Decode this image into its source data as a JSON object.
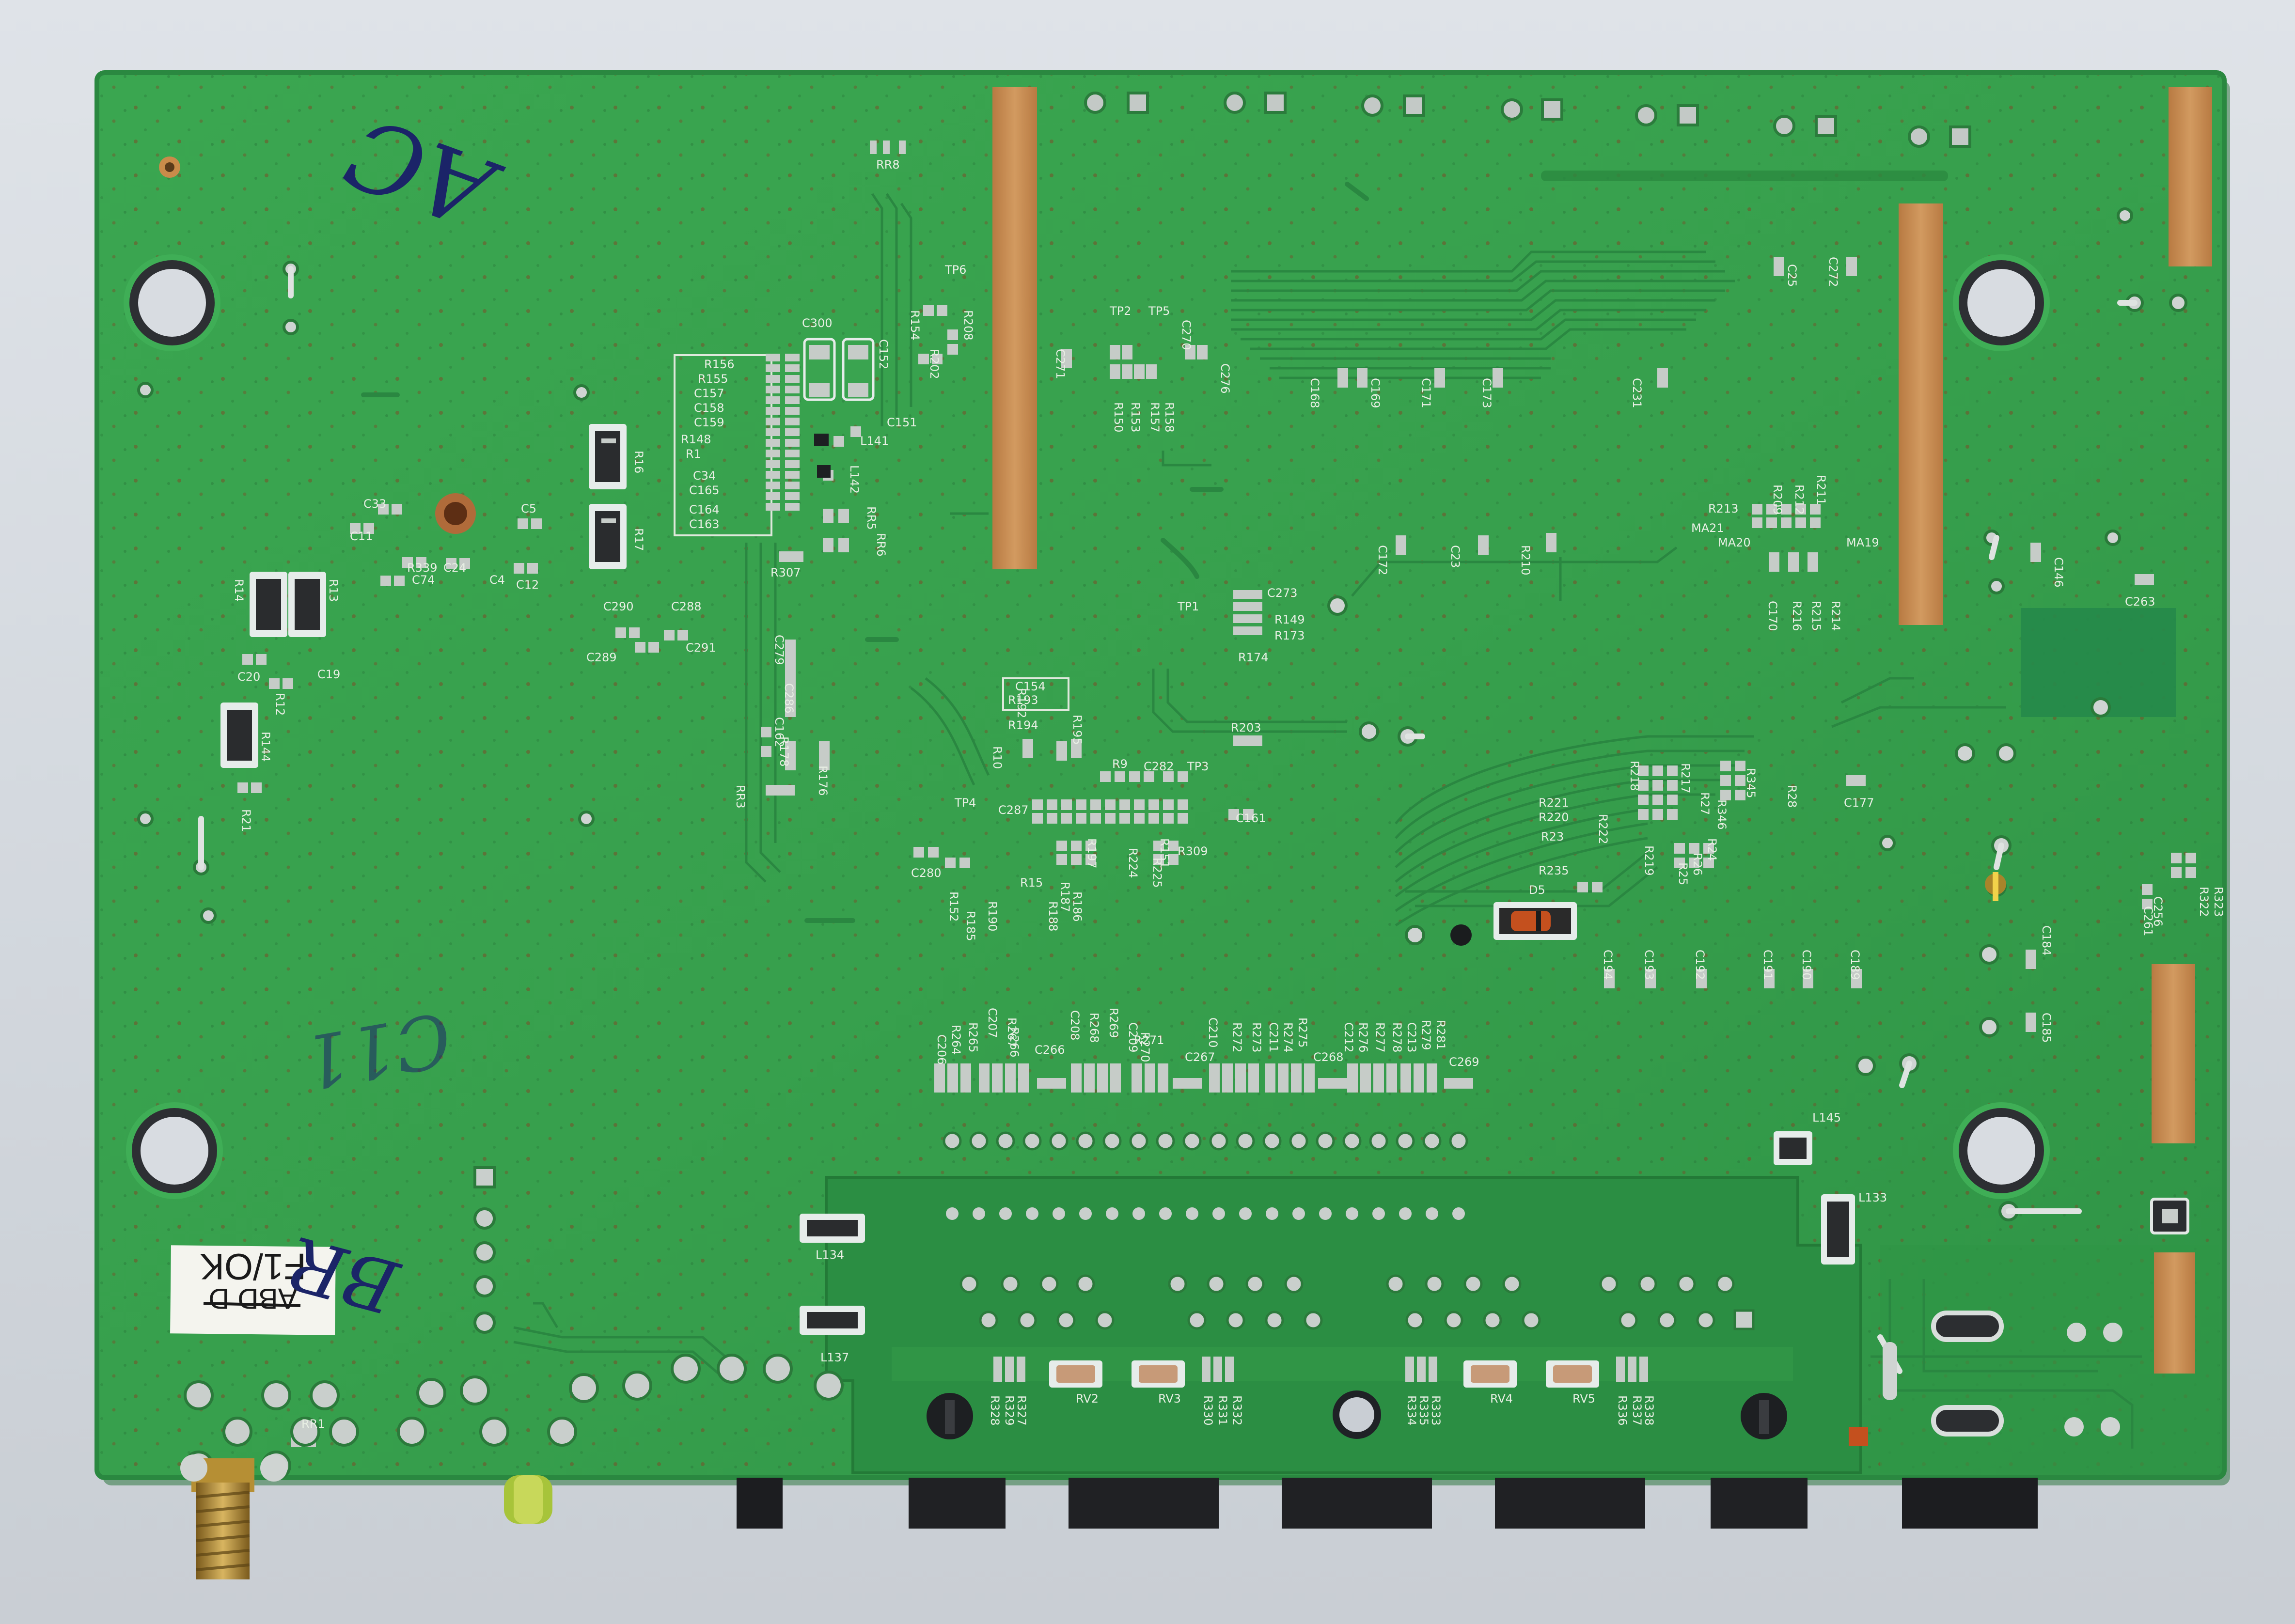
{
  "colors": {
    "board": "#38a24e",
    "board_light": "#48b35c",
    "board_dark": "#24803a",
    "pad": "#b9c0bd",
    "copper": "#c88e54",
    "silk": "#e8efe4",
    "ink": "#1b2468",
    "background": "#d6dbe1"
  },
  "markings": {
    "marker_top": "AC",
    "marker_mid": "C11",
    "marker_bottom": "BR",
    "sticker_top": "F1/OK",
    "sticker_bottom": "ABD D"
  },
  "silkscreen": [
    "RR8",
    "TP6",
    "R154",
    "R208",
    "R202",
    "C300",
    "C152",
    "C151",
    "L141",
    "L142",
    "R156",
    "R155",
    "C157",
    "C158",
    "C159",
    "R148",
    "R1",
    "C34",
    "C165",
    "C164",
    "C163",
    "RR5",
    "RR6",
    "R307",
    "R16",
    "R17",
    "C290",
    "C288",
    "C289",
    "C291",
    "C33",
    "C11",
    "C5",
    "R339",
    "C74",
    "C24",
    "C4",
    "C12",
    "R14",
    "R13",
    "C20",
    "C19",
    "R12",
    "R144",
    "R21",
    "TP2",
    "TP5",
    "C270",
    "C276",
    "C271",
    "R150",
    "R153",
    "R157",
    "R158",
    "C168",
    "C169",
    "C171",
    "C173",
    "C231",
    "C25",
    "C272",
    "C172",
    "C23",
    "R210",
    "TP1",
    "C273",
    "R149",
    "R173",
    "R174",
    "R213",
    "R209",
    "R212",
    "R211",
    "MA21",
    "MA20",
    "MA19",
    "C170",
    "R216",
    "R215",
    "R214",
    "C146",
    "C263",
    "C154",
    "R193",
    "R192",
    "R194",
    "R195",
    "R10",
    "R9",
    "C282",
    "TP3",
    "TP4",
    "C287",
    "C161",
    "C280",
    "R152",
    "R185",
    "R190",
    "R15",
    "R188",
    "R186",
    "R187",
    "R197",
    "R224",
    "R225",
    "R151",
    "R309",
    "R203",
    "C177",
    "R221",
    "R220",
    "R23",
    "R222",
    "R218",
    "R217",
    "R27",
    "R346",
    "R345",
    "R28",
    "R219",
    "R24",
    "R26",
    "R25",
    "R235",
    "D5",
    "C279",
    "C286",
    "C162",
    "R178",
    "R176",
    "RR3",
    "C194",
    "C193",
    "C192",
    "C191",
    "C190",
    "C189",
    "C184",
    "C185",
    "R323",
    "R322",
    "C256",
    "C261",
    "C206",
    "R264",
    "R265",
    "C207",
    "R267",
    "R266",
    "C266",
    "C208",
    "R268",
    "R269",
    "C209",
    "R270",
    "R271",
    "C267",
    "C210",
    "R272",
    "R273",
    "C211",
    "R274",
    "R275",
    "C268",
    "C212",
    "R276",
    "R277",
    "R278",
    "C213",
    "R279",
    "R281",
    "C269",
    "L145",
    "L133",
    "L134",
    "L137",
    "RR1",
    "R328",
    "R329",
    "R327",
    "RV2",
    "RV3",
    "R330",
    "R331",
    "R332",
    "R334",
    "R335",
    "R333",
    "RV4",
    "RV5",
    "R336",
    "R337",
    "R338"
  ]
}
